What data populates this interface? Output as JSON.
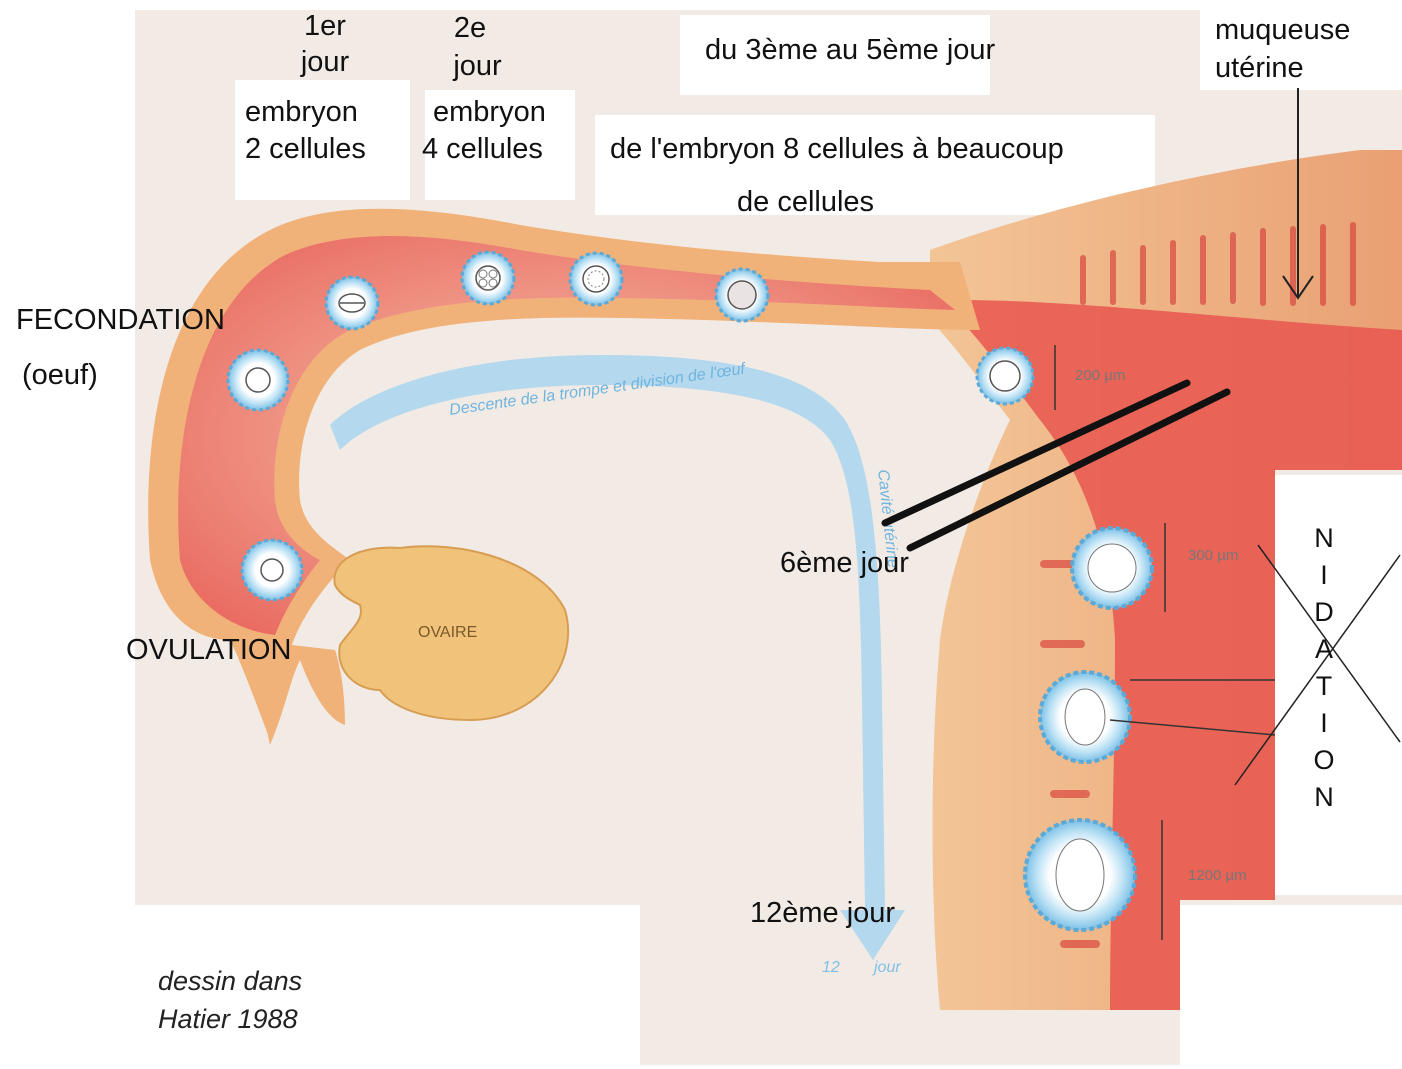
{
  "labels": {
    "day1": "1er",
    "day1b": "jour",
    "day2": "2e",
    "day2b": "jour",
    "day3to5": "du 3ème au 5ème jour",
    "mucosa1": "muqueuse",
    "mucosa2": "utérine",
    "embryo2a": "embryon",
    "embryo2b": "2 cellules",
    "embryo4a": "embryon",
    "embryo4b": "4 cellules",
    "embryo8a": "de l'embryon 8 cellules à beaucoup",
    "embryo8b": "de cellules",
    "fertilization": "FECONDATION",
    "egg": "(oeuf)",
    "ovulation": "OVULATION",
    "ovary": "OVAIRE",
    "day6": "6ème jour",
    "day12": "12ème jour",
    "day12_small": "12",
    "jour_small": "jour",
    "arrow_text": "Descente de la trompe et division de l'œuf",
    "arrow_text2": "Cavité utérine",
    "scale_200": "200 µm",
    "scale_300": "300 µm",
    "scale_1200": "1200 µm",
    "credit1": "dessin dans",
    "credit2": "Hatier 1988"
  },
  "nidation_letters": [
    "N",
    "I",
    "D",
    "A",
    "T",
    "I",
    "O",
    "N"
  ],
  "colors": {
    "tube_outer": "#f1b27a",
    "tube_inner": "#e8564f",
    "uterus_wall": "#efb483",
    "ovary": "#f0c27a",
    "embryo_blue": "#9fd2ee",
    "arrow_blue": "#a9d5ef",
    "background_paper": "#f3ece6"
  }
}
